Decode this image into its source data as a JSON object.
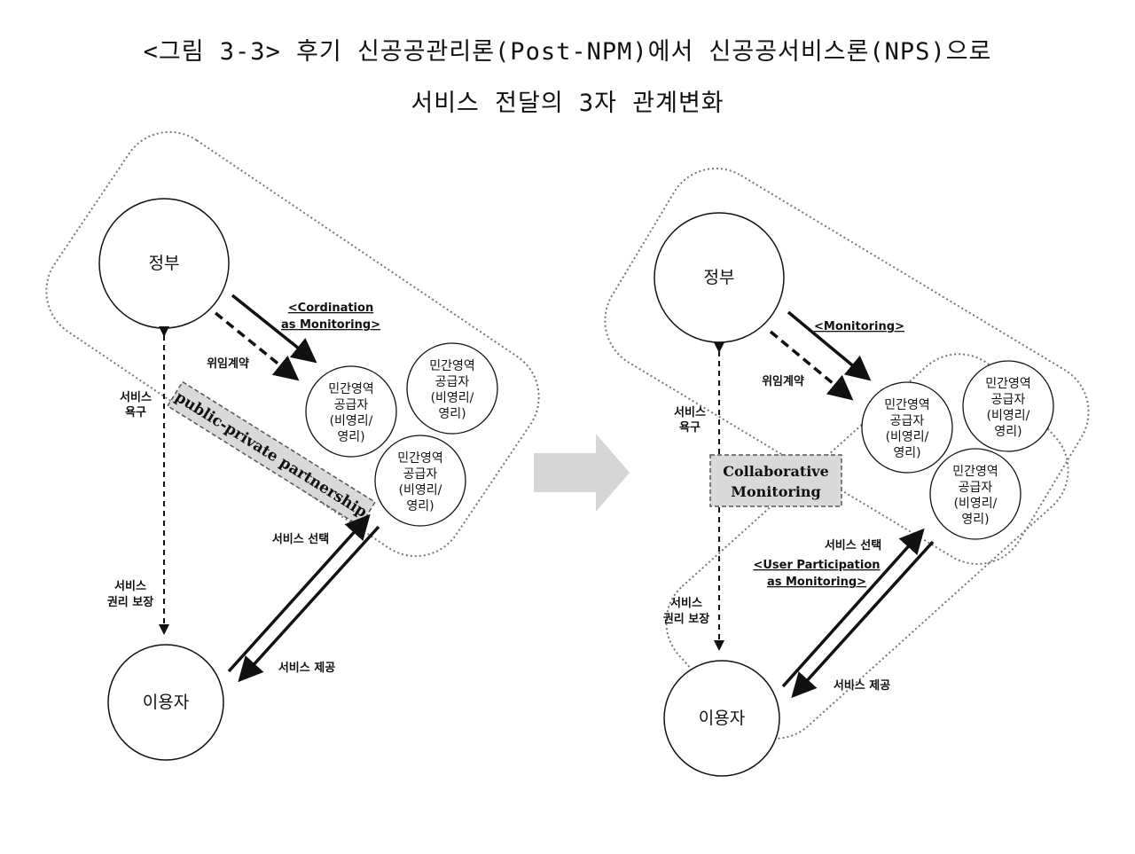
{
  "title": {
    "line1": "<그림 3-3> 후기 신공공관리론(Post-NPM)에서 신공공서비스론(NPS)으로",
    "line2": "서비스 전달의 3자 관계변화"
  },
  "left": {
    "government": "정부",
    "user": "이용자",
    "coordination_1": "<Cordination",
    "coordination_2": "as Monitoring>",
    "delegation": "위임계약",
    "need_1": "서비스",
    "need_2": "욕구",
    "rights_1": "서비스",
    "rights_2": "권리 보장",
    "choice": "서비스 선택",
    "provision": "서비스 제공",
    "ppp": "public-private  partnership",
    "providers": [
      {
        "line1": "민간영역",
        "line2": "공급자",
        "line3": "(비영리/",
        "line4": "영리)"
      },
      {
        "line1": "민간영역",
        "line2": "공급자",
        "line3": "(비영리/",
        "line4": "영리)"
      },
      {
        "line1": "민간영역",
        "line2": "공급자",
        "line3": "(비영리/",
        "line4": "영리)"
      }
    ]
  },
  "right": {
    "government": "정부",
    "user": "이용자",
    "monitoring": "<Monitoring>",
    "delegation": "위임계약",
    "need_1": "서비스",
    "need_2": "욕구",
    "rights_1": "서비스",
    "rights_2": "권리 보장",
    "choice": "서비스 선택",
    "user_part_1": "<User Participation",
    "user_part_2": "as Monitoring>",
    "provision": "서비스 제공",
    "collab_1": "Collaborative",
    "collab_2": "Monitoring",
    "providers": [
      {
        "line1": "민간영역",
        "line2": "공급자",
        "line3": "(비영리/",
        "line4": "영리)"
      },
      {
        "line1": "민간영역",
        "line2": "공급자",
        "line3": "(비영리/",
        "line4": "영리)"
      },
      {
        "line1": "민간영역",
        "line2": "공급자",
        "line3": "(비영리/",
        "line4": "영리)"
      }
    ]
  },
  "colors": {
    "line": "#111111",
    "dotted": "#777777",
    "ppp_fill": "#d9d9d9",
    "arrow_gray": "#d6d6d6"
  }
}
